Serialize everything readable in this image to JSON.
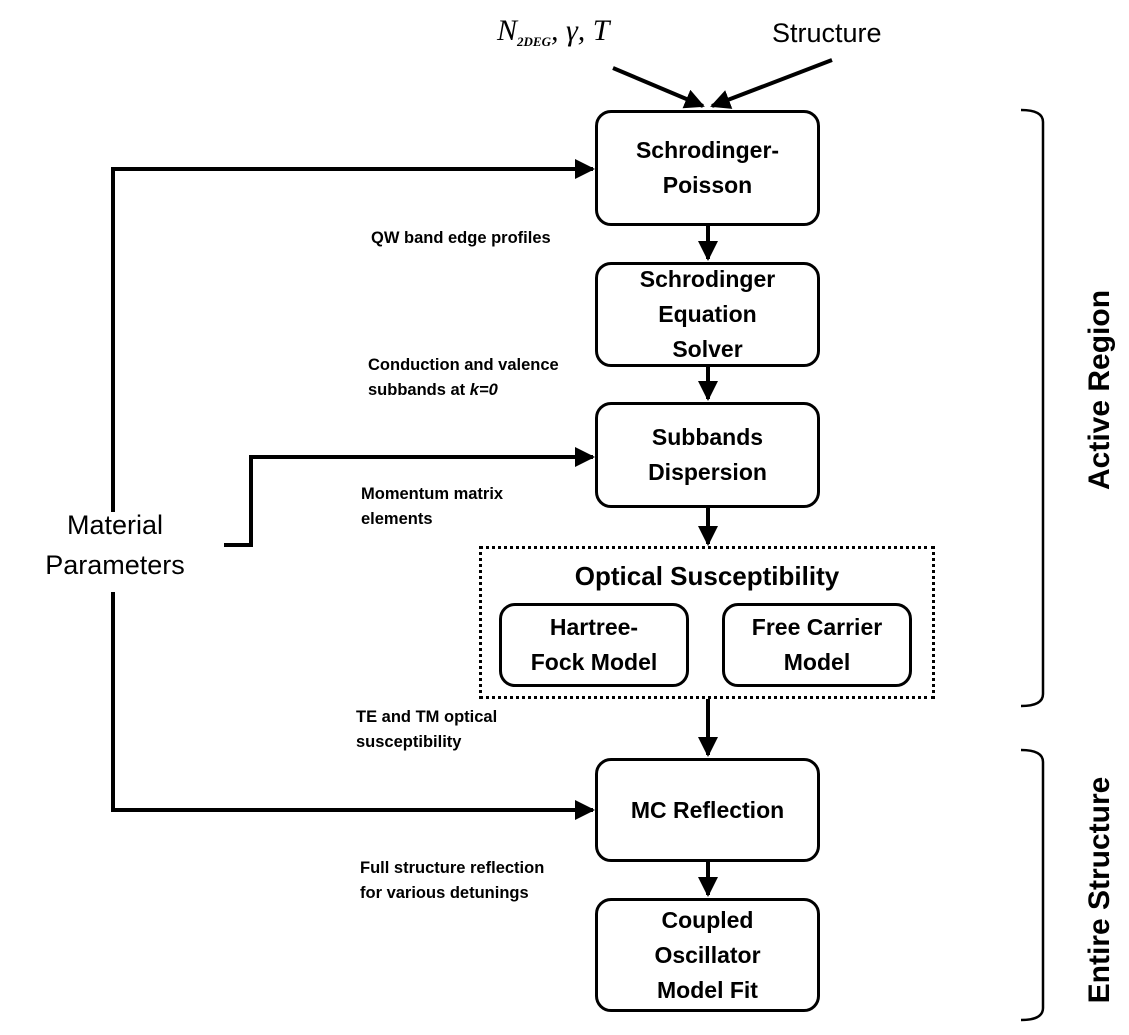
{
  "inputs": {
    "parameters_prefix": "N",
    "parameters_subscript": "2DEG",
    "parameters_rest": ", γ, T",
    "structure": "Structure"
  },
  "boxes": {
    "schrodinger_poisson": "Schrodinger-\nPoisson",
    "schrodinger_equation": "Schrodinger\nEquation\nSolver",
    "subbands_dispersion": "Subbands\nDispersion",
    "optical_susceptibility": "Optical Susceptibility",
    "hartree_fock": "Hartree-\nFock Model",
    "free_carrier": "Free Carrier\nModel",
    "mc_reflection": "MC Reflection",
    "coupled_oscillator": "Coupled\nOscillator\nModel Fit"
  },
  "notes": {
    "qw_band": "QW band edge profiles",
    "conduction_prefix": "Conduction and valence\nsubbands at ",
    "conduction_k": "k=0",
    "momentum": "Momentum matrix\nelements",
    "te_tm": "TE and TM optical\nsusceptibility",
    "full_structure": "Full structure reflection\nfor various detunings"
  },
  "side": {
    "material_parameters": "Material\nParameters",
    "active_region": "Active Region",
    "entire_structure": "Entire Structure"
  }
}
